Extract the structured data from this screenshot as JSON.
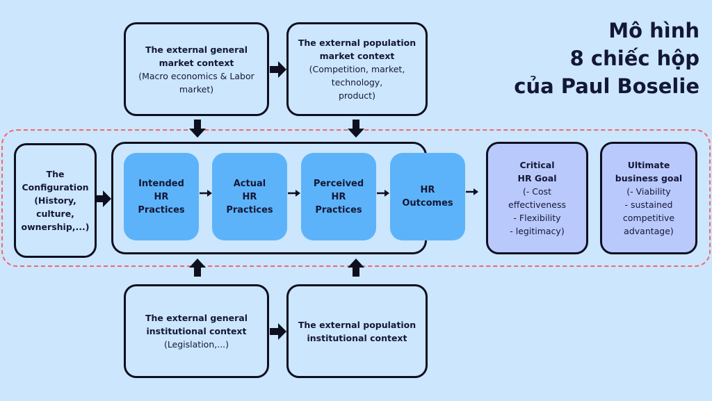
{
  "title": {
    "lines": [
      "Mô hình",
      "8 chiếc hộp",
      "của Paul Boselie"
    ]
  },
  "boxes": {
    "general_market": {
      "bold": [
        "The external general",
        "market context"
      ],
      "normal": [
        "(Macro economics & Labor",
        "market)"
      ]
    },
    "population_market": {
      "bold": [
        "The external population",
        "market context"
      ],
      "normal": [
        "(Competition, market,",
        "technology,",
        "product)"
      ]
    },
    "configuration": {
      "bold": [
        "The",
        "Configuration",
        "(History,",
        "culture,",
        "ownership,...)"
      ]
    },
    "intended": {
      "lines": [
        "Intended",
        "HR",
        "Practices"
      ]
    },
    "actual": {
      "lines": [
        "Actual",
        "HR",
        "Practices"
      ]
    },
    "perceived": {
      "lines": [
        "Perceived",
        "HR",
        "Practices"
      ]
    },
    "outcomes": {
      "lines": [
        "HR",
        "Outcomes"
      ]
    },
    "critical_goal": {
      "bold": [
        "Critical",
        "HR Goal"
      ],
      "normal": [
        "(- Cost",
        "effectiveness",
        "- Flexibility",
        "- legitimacy)"
      ]
    },
    "ultimate_goal": {
      "bold": [
        "Ultimate",
        "business goal"
      ],
      "normal": [
        "(- Viability",
        "- sustained",
        "competitive",
        "advantage)"
      ]
    },
    "general_institutional": {
      "bold": [
        "The external general",
        "institutional context"
      ],
      "normal": [
        "(Legislation,...)"
      ]
    },
    "population_institutional": {
      "bold": [
        "The external population",
        "institutional context"
      ]
    }
  },
  "colors": {
    "background": "#cce6fd",
    "inner_box": "#5db3f9",
    "goal_box": "#bac9fc",
    "dashed_border": "#f0686b",
    "text": "#131736"
  }
}
